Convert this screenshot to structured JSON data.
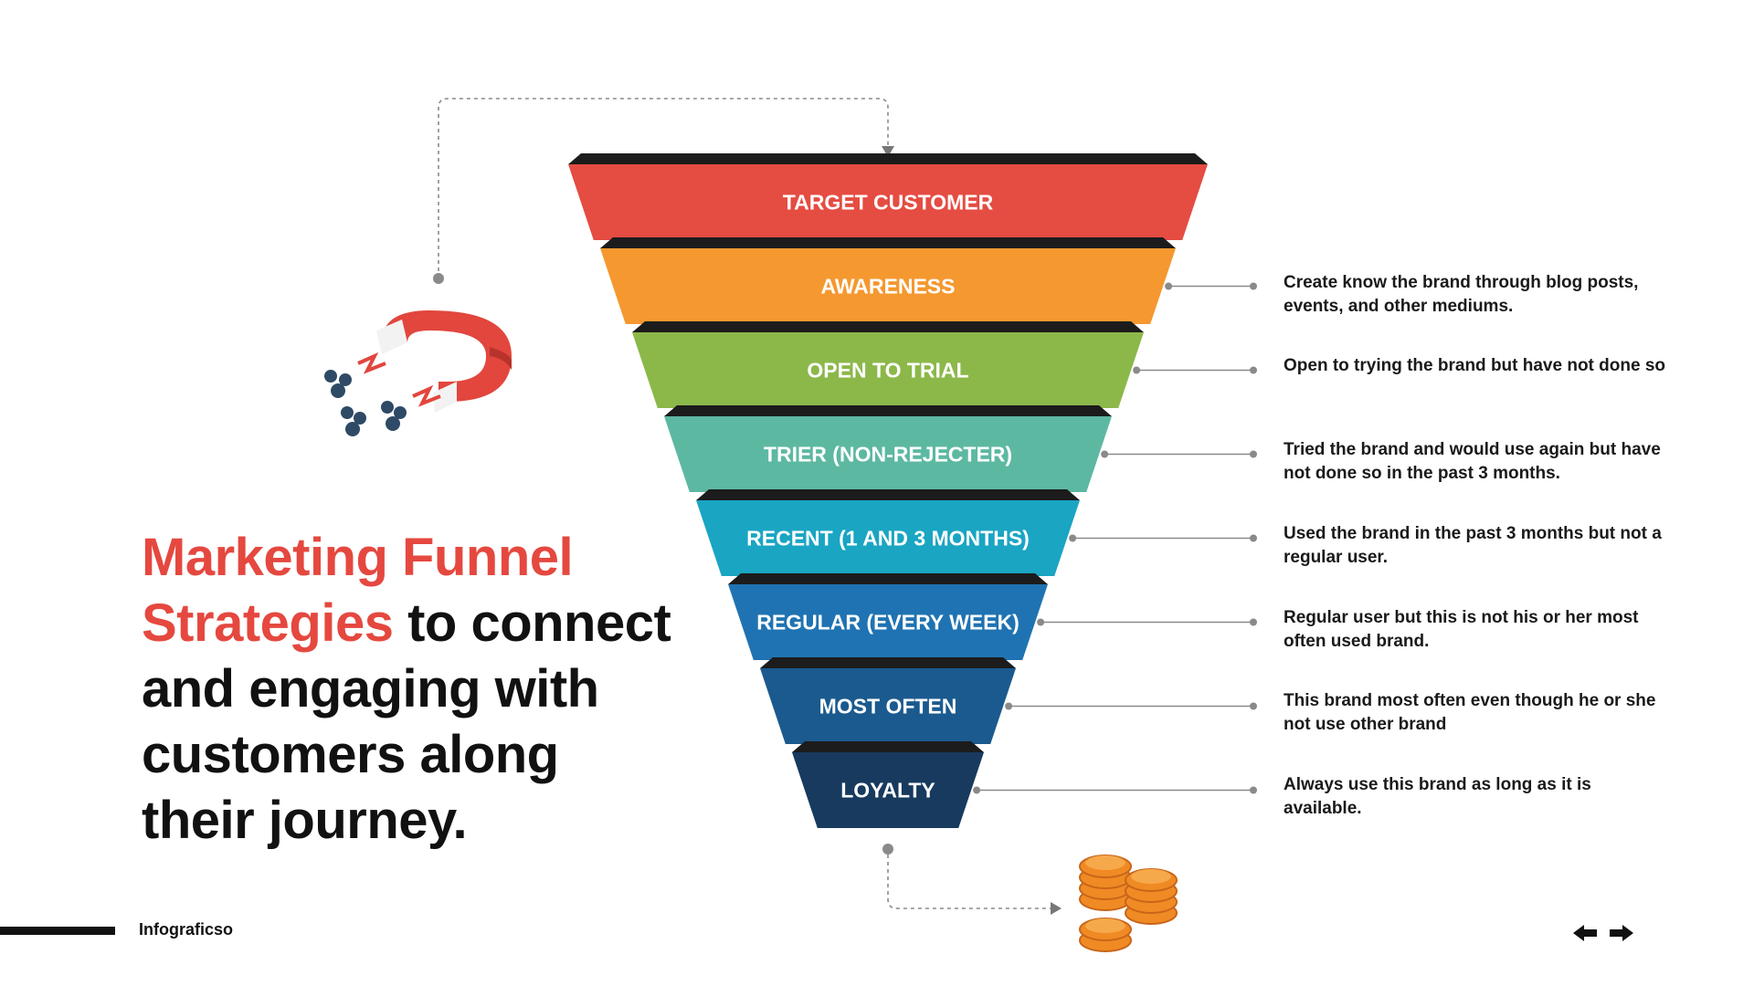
{
  "headline": {
    "accent_line1": "Marketing Funnel",
    "accent_line2": "Strategies",
    "rest_line2": " to connect",
    "line3": "and engaging with",
    "line4": "customers along",
    "line5": "their journey."
  },
  "funnel": {
    "levels": [
      {
        "label": "TARGET CUSTOMER",
        "color": "#e54c42",
        "description": ""
      },
      {
        "label": "AWARENESS",
        "color": "#f5982f",
        "description": "Create know the brand  through blog posts, events, and other mediums."
      },
      {
        "label": "OPEN TO TRIAL",
        "color": "#8cb84a",
        "description": "Open to trying the brand but have not done so"
      },
      {
        "label": "TRIER (NON-REJECTER)",
        "color": "#5db8a2",
        "description": "Tried the brand and would use again but have not done so in the past 3 months."
      },
      {
        "label": "RECENT (1 AND 3 MONTHS)",
        "color": "#1aa5c3",
        "description": "Used the brand in the past 3 months but not a regular user."
      },
      {
        "label": "REGULAR (EVERY WEEK)",
        "color": "#1f73b2",
        "description": "Regular user but this is not his or her most often used brand."
      },
      {
        "label": "MOST OFTEN",
        "color": "#1b5a8e",
        "description": "This brand most often even though he or she not use other brand"
      },
      {
        "label": "LOYALTY",
        "color": "#173a5e",
        "description": "Always use this brand as long as it is available."
      }
    ]
  },
  "icons": {
    "magnet": "magnet-icon",
    "coins": "coins-icon",
    "prev": "arrow-left-icon",
    "next": "arrow-right-icon"
  },
  "footer": {
    "brand": "Infograficso"
  },
  "colors": {
    "accent": "#e5483f",
    "text": "#111111",
    "connector": "#8a8a8a"
  }
}
